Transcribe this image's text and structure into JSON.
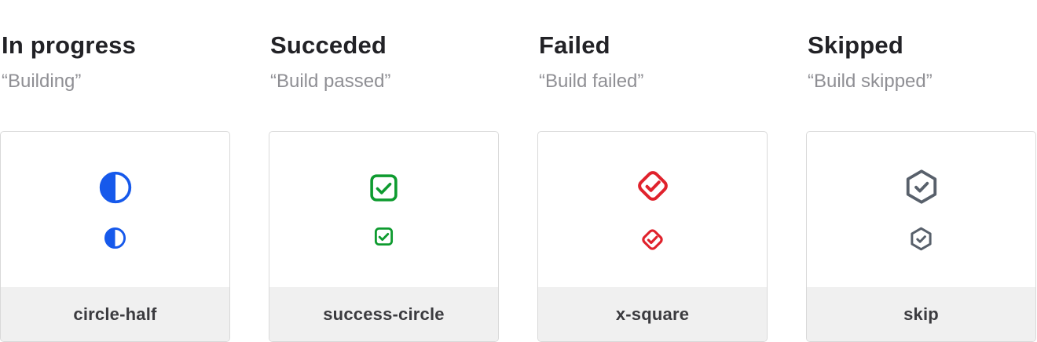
{
  "columns": [
    {
      "title": "In progress",
      "quote": "“Building”",
      "label": "circle-half",
      "icon": "circle-half-icon",
      "color": "#1659eb"
    },
    {
      "title": "Succeded",
      "quote": "“Build passed”",
      "label": "success-circle",
      "icon": "check-square-icon",
      "color": "#0e9b2f"
    },
    {
      "title": "Failed",
      "quote": "“Build failed”",
      "label": "x-square",
      "icon": "check-diamond-icon",
      "color": "#e0222c"
    },
    {
      "title": "Skipped",
      "quote": "“Build skipped”",
      "label": "skip",
      "icon": "check-hexagon-icon",
      "color": "#58606b"
    }
  ]
}
